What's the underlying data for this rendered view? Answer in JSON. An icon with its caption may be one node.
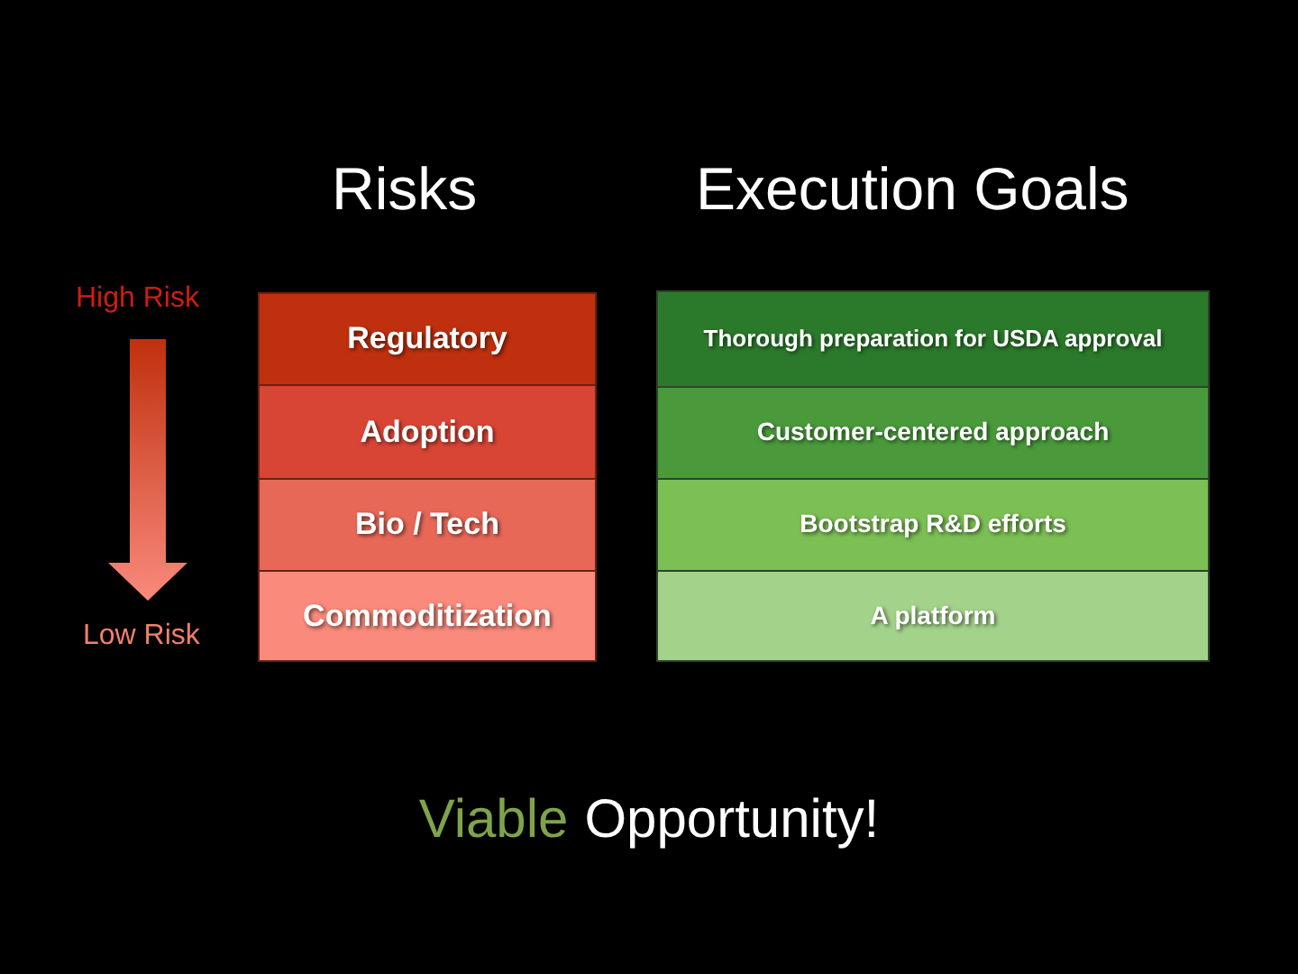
{
  "diagram": {
    "nodes": [
      {
        "text": [
          "Regulatory"
        ]
      },
      {
        "text": [
          "Adoption"
        ]
      },
      {
        "text": [
          "Bio / Tech"
        ]
      },
      {
        "text": [
          "Commoditization"
        ]
      },
      {
        "text": [
          "Thorough preparation for USDA approval"
        ]
      },
      {
        "text": [
          "Customer-centered approach"
        ]
      },
      {
        "text": [
          "Bootstrap R&D efforts"
        ]
      },
      {
        "text": [
          "A platform"
        ]
      }
    ],
    "edges": [],
    "labels": [
      "Risks",
      "Execution Goals",
      "High Risk",
      "Low Risk",
      "Viable",
      "Opportunity!"
    ]
  }
}
